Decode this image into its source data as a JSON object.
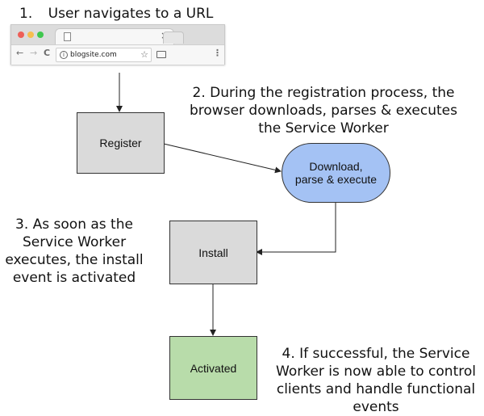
{
  "steps": {
    "step1": {
      "number": "1.",
      "text": "User navigates to a URL"
    },
    "step2": [
      "2. During the registration process, the",
      "browser downloads, parses & executes",
      "the Service Worker"
    ],
    "step3": [
      "3. As soon as the",
      "Service Worker",
      "executes, the install",
      "event is activated"
    ],
    "step4": [
      "4. If successful, the Service",
      "Worker is now able to control",
      "clients and handle functional",
      "events"
    ]
  },
  "browser": {
    "url": "blogsite.com",
    "tab_close": "×",
    "nav": {
      "back": "←",
      "forward": "→",
      "reload": "C"
    },
    "info_icon": "i",
    "star_icon": "☆",
    "menu_icon": "⋮",
    "traffic_colors": [
      "#ee5f58",
      "#f6be4f",
      "#3fc74e"
    ]
  },
  "nodes": {
    "register": "Register",
    "download": [
      "Download,",
      "parse & execute"
    ],
    "install": "Install",
    "activated": "Activated"
  },
  "colors": {
    "gray_box": "#dadada",
    "download_fill": "#a4c2f4",
    "activated_fill": "#b8dcaa"
  }
}
